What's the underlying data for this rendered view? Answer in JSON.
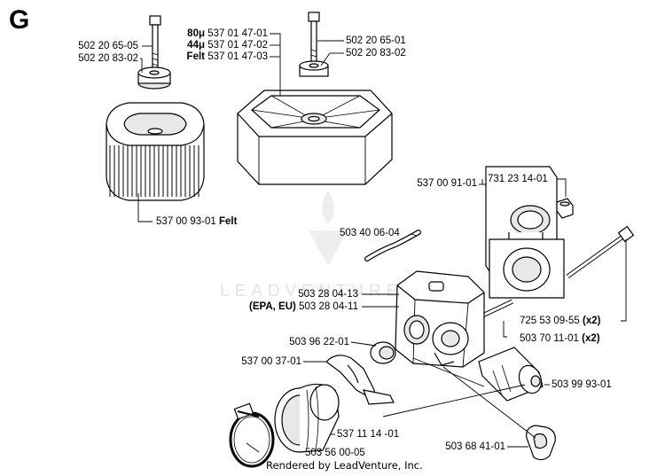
{
  "section_letter": "G",
  "footer": "Rendered by LeadVenture, Inc.",
  "watermark": "LEADVENTURE",
  "labels": {
    "bolt_left": "502 20 65-05",
    "nut_left": "502 20 83-02",
    "filter_80_prefix": "80μ",
    "filter_80": "537 01 47-01",
    "filter_44_prefix": "44μ",
    "filter_44": "537 01 47-02",
    "filter_felt_prefix": "Felt",
    "filter_felt": "537 01 47-03",
    "bolt_right": "502 20 65-01",
    "nut_right": "502 20 83-02",
    "felt_filter": "537 00 93-01",
    "felt_filter_suffix": "Felt",
    "intake_housing": "537 00 91-01",
    "nut_small": "731 23 14-01",
    "fuel_hose": "503 40 06-04",
    "carb_1": "503 28 04-13",
    "carb_2_prefix": "(EPA, EU)",
    "carb_2": "503 28 04-11",
    "stud_bolt": "725 53 09-55",
    "stud_bolt_qty": "(x2)",
    "sleeve": "503 70 11-01",
    "sleeve_qty": "(x2)",
    "gasket_ring": "503 96 22-01",
    "clamp": "537 00 37-01",
    "spring": "503 99 93-01",
    "intake_boot": "537 11 14 -01",
    "hose_clamp": "503 56 00-05",
    "grommet": "503 68 41-01"
  }
}
